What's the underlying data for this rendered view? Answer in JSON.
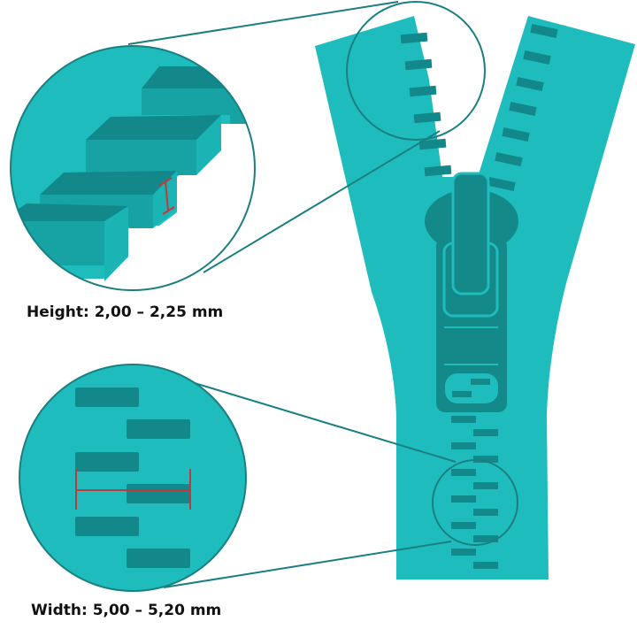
{
  "diagram": {
    "subject": "zipper",
    "colors": {
      "tape": "#1fbcbd",
      "teeth": "#13888a",
      "slider": "#14898a",
      "outline": "#1a7f80",
      "measure": "#c0393b",
      "background": "#ffffff"
    },
    "callouts": [
      {
        "id": "height",
        "label": "Height: 2,00 – 2,25 mm",
        "shows": "side view of teeth with vertical height marker"
      },
      {
        "id": "width",
        "label": "Width: 5,00 – 5,20 mm",
        "shows": "top view of interlocked teeth with horizontal width marker"
      }
    ]
  }
}
